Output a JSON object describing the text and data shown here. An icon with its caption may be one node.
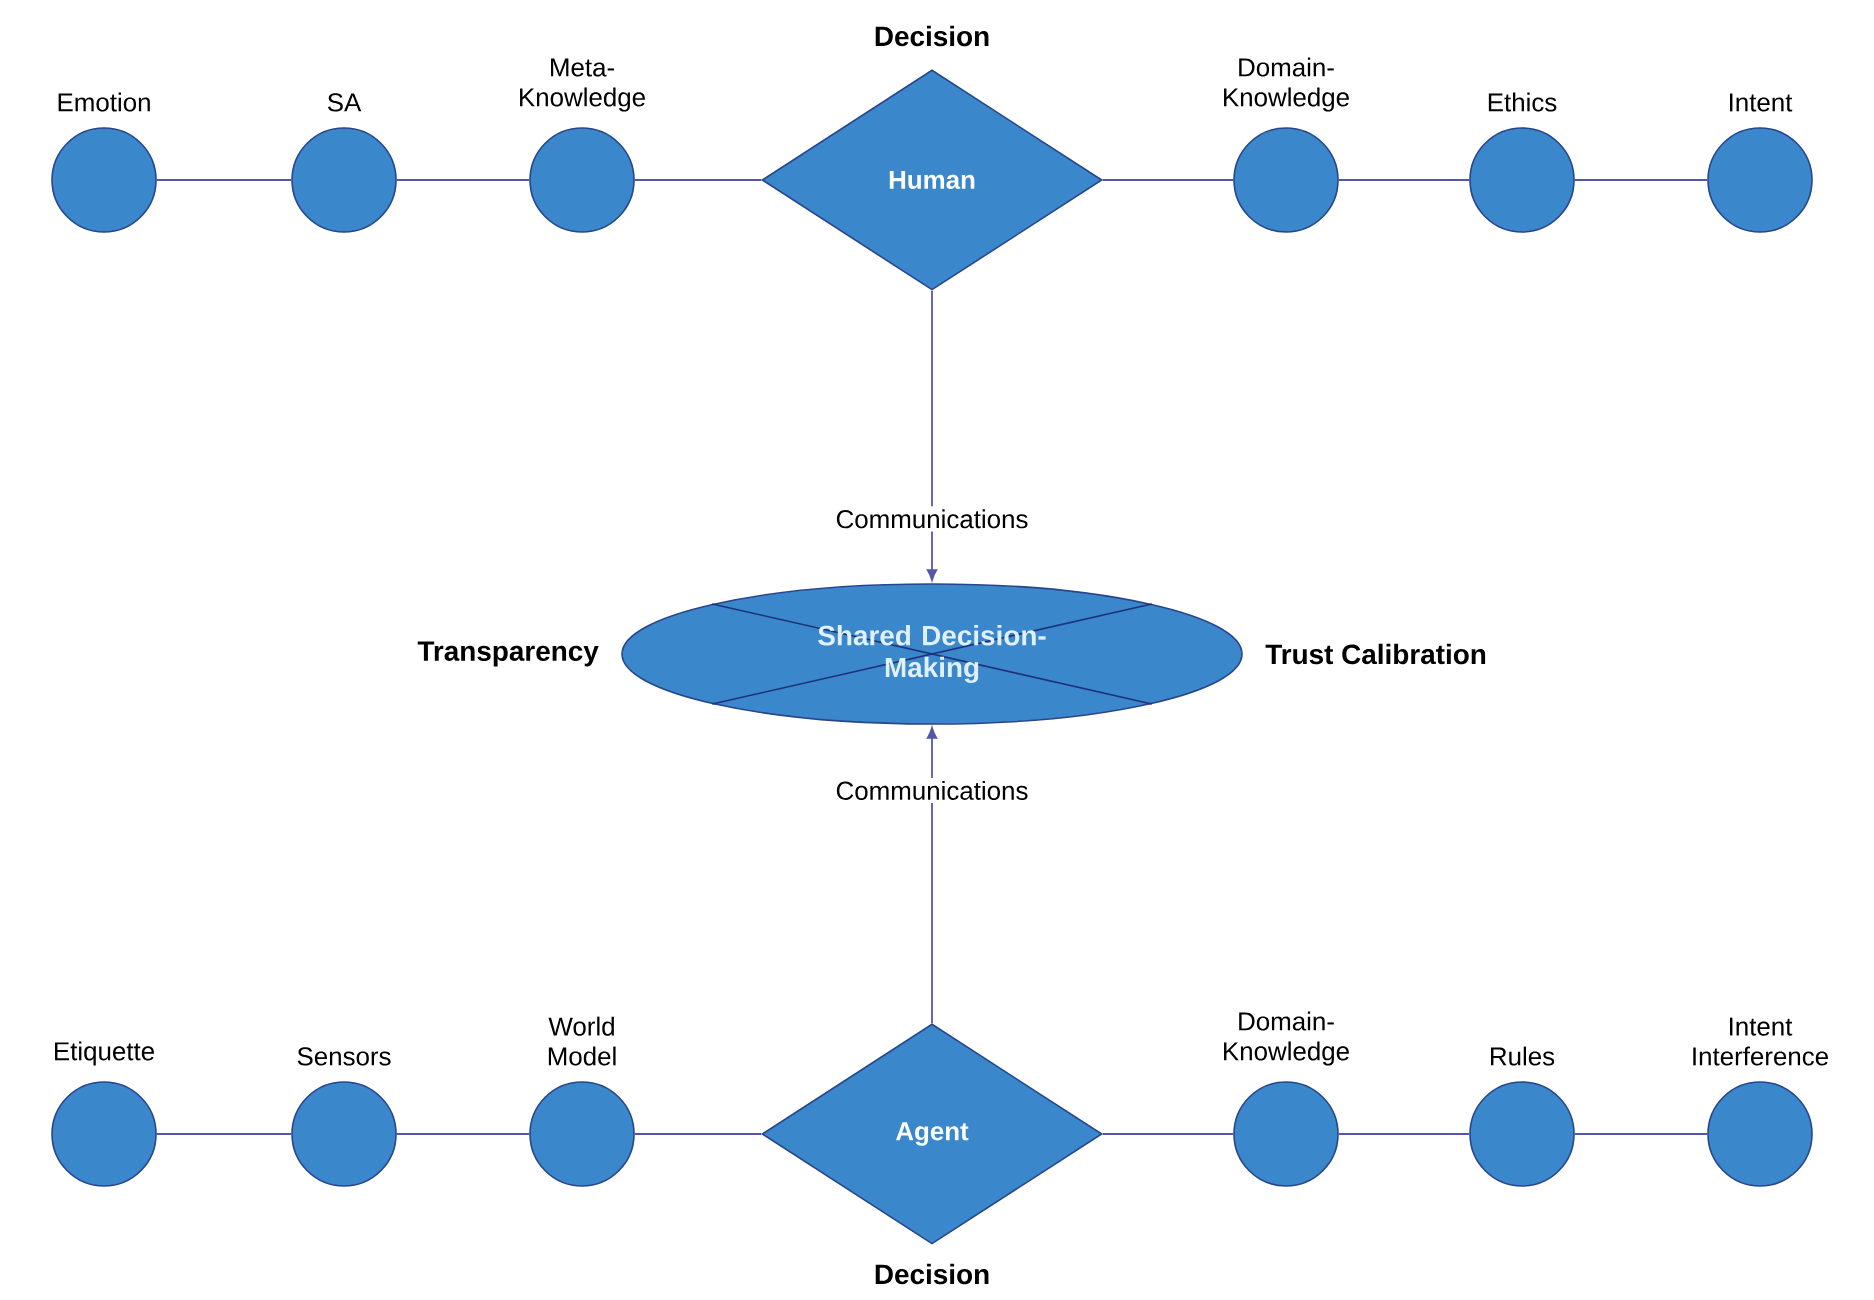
{
  "diagram": {
    "nodes": [
      {
        "text": [
          "Emotion"
        ]
      },
      {
        "text": [
          "SA"
        ]
      },
      {
        "text": [
          "Meta-Knowledge"
        ]
      },
      {
        "text": [
          "Decision",
          "Human"
        ]
      },
      {
        "text": [
          "Domain-Knowledge"
        ]
      },
      {
        "text": [
          "Ethics"
        ]
      },
      {
        "text": [
          "Intent"
        ]
      },
      {
        "text": [
          "Shared Decision-Making"
        ],
        "beside": [
          "Transparency",
          "Trust Calibration"
        ]
      },
      {
        "text": [
          "Etiquette"
        ]
      },
      {
        "text": [
          "Sensors"
        ]
      },
      {
        "text": [
          "World Model"
        ]
      },
      {
        "text": [
          "Agent",
          "Decision"
        ]
      },
      {
        "text": [
          "Domain-Knowledge"
        ]
      },
      {
        "text": [
          "Rules"
        ]
      },
      {
        "text": [
          "Intent Interference"
        ]
      }
    ],
    "edges": [
      {
        "from": 0,
        "to": 1,
        "arrow": "none"
      },
      {
        "from": 1,
        "to": 2,
        "arrow": "none"
      },
      {
        "from": 2,
        "to": 3,
        "arrow": "none"
      },
      {
        "from": 3,
        "to": 4,
        "arrow": "none"
      },
      {
        "from": 4,
        "to": 5,
        "arrow": "none"
      },
      {
        "from": 5,
        "to": 6,
        "arrow": "none"
      },
      {
        "from": 3,
        "to": 7,
        "arrow": "to",
        "label": "Communications"
      },
      {
        "from": 11,
        "to": 7,
        "arrow": "to",
        "label": "Communications"
      },
      {
        "from": 8,
        "to": 9,
        "arrow": "none"
      },
      {
        "from": 9,
        "to": 10,
        "arrow": "none"
      },
      {
        "from": 10,
        "to": 11,
        "arrow": "none"
      },
      {
        "from": 11,
        "to": 12,
        "arrow": "none"
      },
      {
        "from": 12,
        "to": 13,
        "arrow": "none"
      },
      {
        "from": 13,
        "to": 14,
        "arrow": "none"
      }
    ]
  }
}
